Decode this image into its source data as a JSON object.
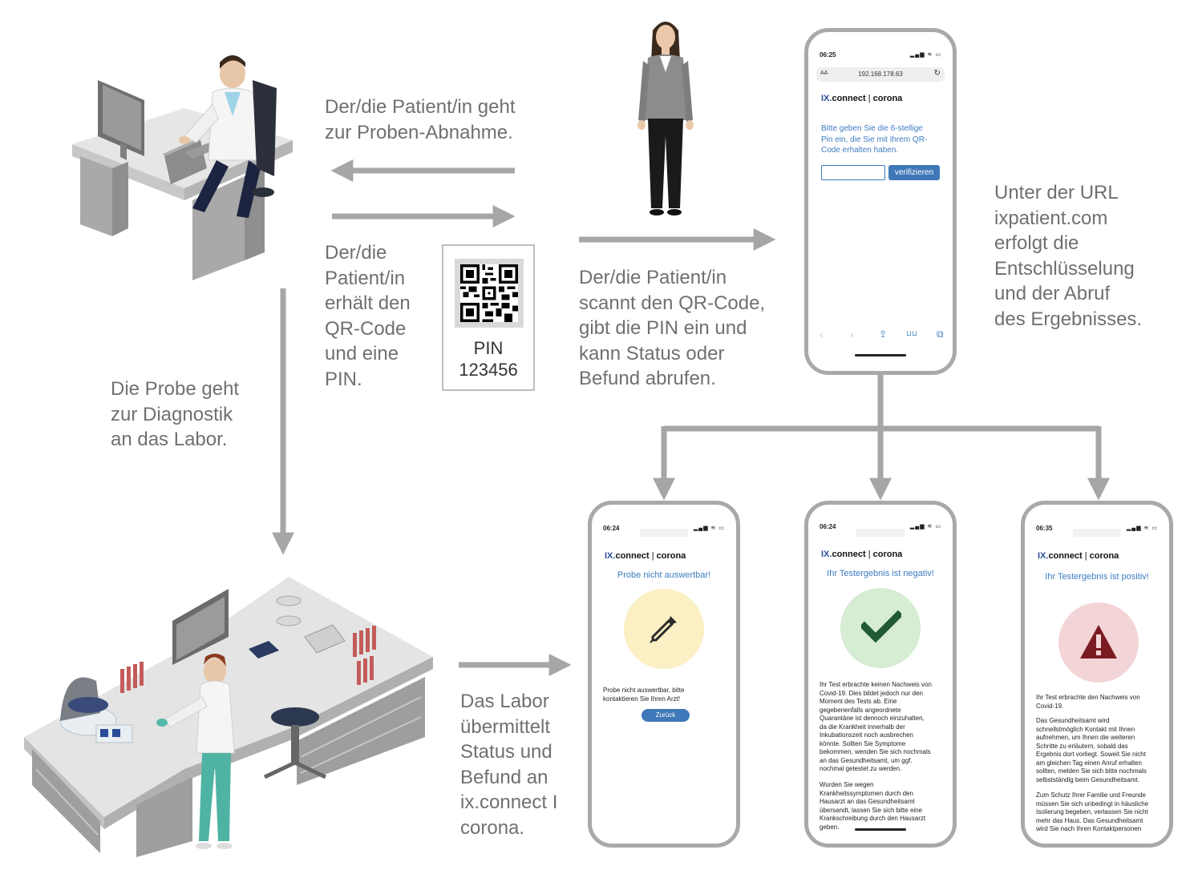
{
  "steps": {
    "to_sample": "Der/die Patient/in geht\nzur Proben-Abnahme.",
    "gets_qr": "Der/die\nPatient/in\nerhält den\nQR-Code\nund eine\nPIN.",
    "scans_qr": "Der/die Patient/in\nscannt den QR-Code,\ngibt die PIN ein und\nkann Status oder\nBefund abrufen.",
    "url_info": "Unter der URL\nixpatient.com\nerfolgt die\nEntschlüsselung\nund der Abruf\ndes Ergebnisses.",
    "to_lab": "Die Probe geht\nzur Diagnostik\nan das Labor.",
    "lab_sends": "Das Labor\nübermittelt\nStatus und\nBefund an\nix.connect I\ncorona."
  },
  "qr": {
    "pin_label": "PIN",
    "pin_value": "123456"
  },
  "brand": {
    "prefix": "IX.",
    "name": "connect",
    "separator": "|",
    "product": "corona",
    "accent_color": "#2a4b9a"
  },
  "colors": {
    "arrow": "#a6a6a6",
    "link_blue": "#3d7cc0",
    "button_blue": "#3f78b8",
    "invalid_circle": "#fbefc4",
    "negative_circle": "#d6ecd3",
    "positive_circle": "#f4d5d7",
    "check_green": "#1f5a32",
    "warning_red": "#7a1b22"
  },
  "phones": {
    "pin_entry": {
      "time": "06:25",
      "status_icons": "▂▄▆ ≋ ▭",
      "address_aa": "AA",
      "address": "192.168.178.63",
      "reload_icon": "↻",
      "prompt": "Bitte geben Sie die 6-stellige\nPin ein, die Sie mit Ihrem QR-\nCode erhalten haben.",
      "input_value": "",
      "verify_label": "verifizieren",
      "toolbar_icons": [
        "‹",
        "›",
        "⇪",
        "⊔⊔",
        "⧉"
      ]
    },
    "invalid": {
      "time": "06:24",
      "status_icons": "▂▄▆ ≋ ▭",
      "heading": "Probe nicht auswertbar!",
      "icon": "pipette-icon",
      "message": "Probe nicht auswertbar, bitte\nkontaktieren Sie Ihren Arzt!",
      "back_label": "Zurück"
    },
    "negative": {
      "time": "06:24",
      "status_icons": "▂▄▆ ≋ ▭",
      "heading": "Ihr Testergebnis ist negativ!",
      "icon": "check-icon",
      "paragraph1": "Ihr Test erbrachte keinen Nachweis von\nCovid-19. Dies bildet jedoch nur den\nMoment des Tests ab. Eine\ngegebenenfalls angeordnete\nQuarantäne ist dennoch einzuhalten,\nda die Krankheit innerhalb der\nInkubationszeit noch ausbrechen\nkönnte. Sollten Sie Symptome\nbekommen, wenden Sie sich nochmals\nan das Gesundheitsamt, um ggf.\nnochmal getestet zu werden.",
      "paragraph2": "Wurden Sie wegen\nKrankheitssymptomen durch den\nHausarzt an das Gesundheitsamt\nübersandt, lassen Sie sich bitte eine\nKrankschreibung durch den Hausarzt\ngeben."
    },
    "positive": {
      "time": "06:35",
      "status_icons": "▂▄▆ ≋ ▭",
      "heading": "Ihr Testergebnis ist positiv!",
      "icon": "warning-icon",
      "paragraph1": "Ihr Test erbrachte den Nachweis von\nCovid-19.",
      "paragraph2": "Das Gesundheitsamt wird\nschnellstmöglich Kontakt mit Ihnen\naufnehmen, um Ihnen die weiteren\nSchritte zu erläutern, sobald das\nErgebnis dort vorliegt. Soweit Sie nicht\nam gleichen Tag einen Anruf erhalten\nsollten, melden Sie sich bitte nochmals\nselbstständig beim Gesundheitsamt.",
      "paragraph3": "Zum Schutz Ihrer Familie und Freunde\nmüssen Sie sich unbedingt in häusliche\nIsolierung begeben, verlassen Sie nicht\nmehr das Haus. Das Gesundheitsamt\nwird Sie nach Ihren Kontaktpersonen"
    }
  }
}
